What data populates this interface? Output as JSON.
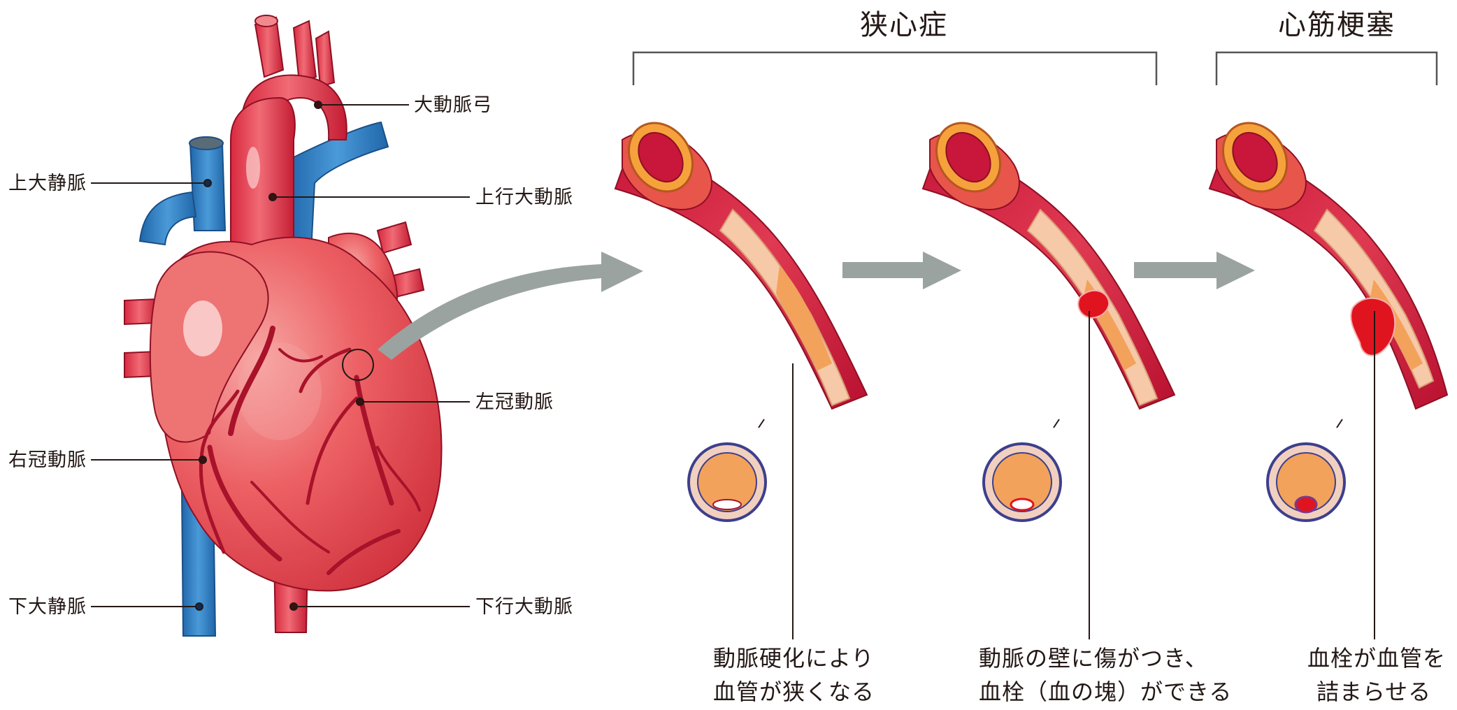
{
  "headers": {
    "angina": "狭心症",
    "infarction": "心筋梗塞"
  },
  "heart_labels": {
    "aortic_arch": "大動脈弓",
    "superior_vena_cava": "上大静脈",
    "ascending_aorta": "上行大動脈",
    "left_coronary_artery": "左冠動脈",
    "right_coronary_artery": "右冠動脈",
    "inferior_vena_cava": "下大静脈",
    "descending_aorta": "下行大動脈"
  },
  "captions": {
    "stage1": [
      "動脈硬化により",
      "血管が狭くなる"
    ],
    "stage2": [
      "動脈の壁に傷がつき、",
      "血栓（血の塊）ができる"
    ],
    "stage3": [
      "血栓が血管を",
      "詰まらせる"
    ]
  },
  "colors": {
    "artery_red": "#d2233c",
    "artery_dark": "#a8122a",
    "vein_blue": "#2f7fc4",
    "heart_pink": "#e8555a",
    "plaque_orange": "#f2a25a",
    "clot_red": "#e0141e",
    "arrow_gray": "#9aa3a0"
  }
}
